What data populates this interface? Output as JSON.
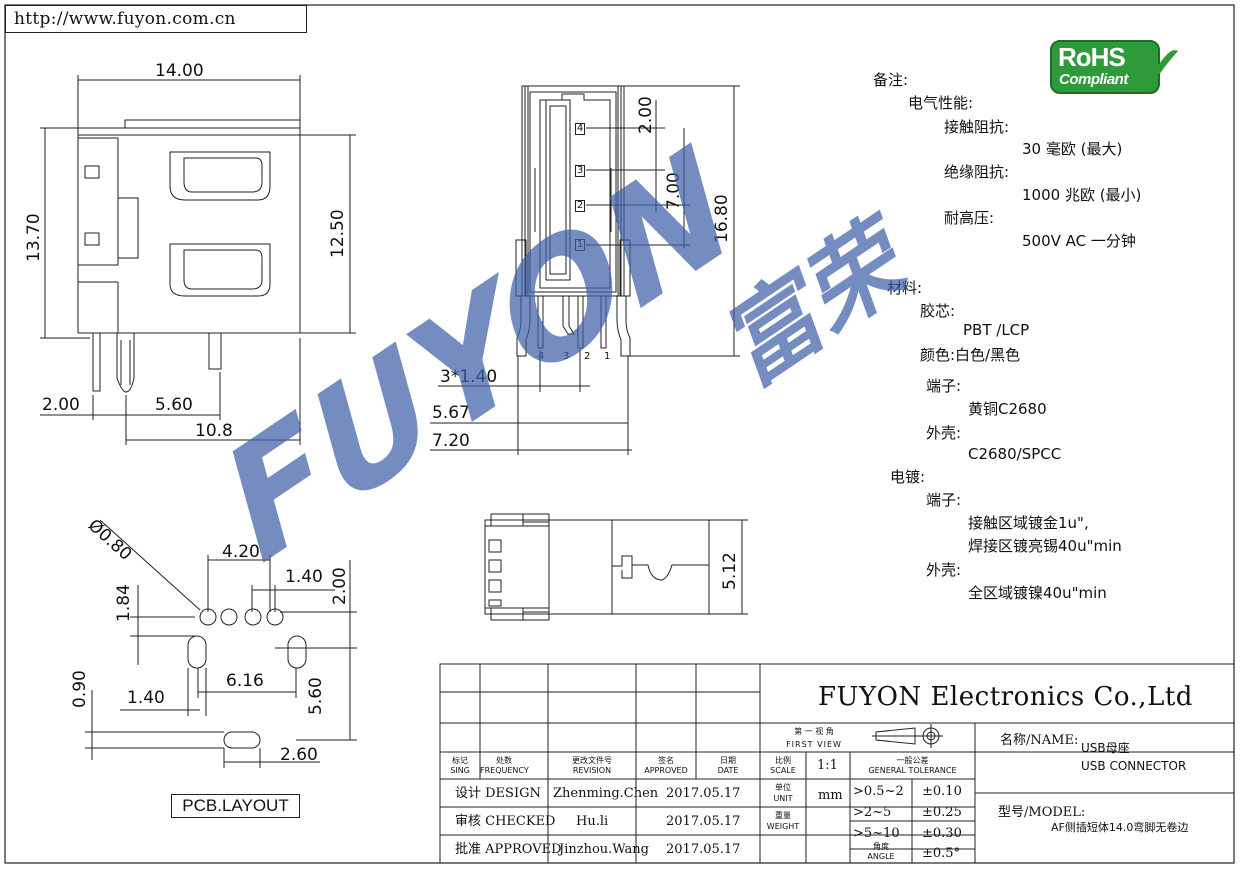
{
  "header": {
    "url": "http://www.fuyon.com.cn"
  },
  "badge": {
    "rohs_line1": "RoHS",
    "rohs_line2": "Compliant",
    "color": "#2f9a3a"
  },
  "watermark": {
    "text_latin": "FUYON",
    "text_cn": "富荣",
    "color": "#4060a8"
  },
  "side_view": {
    "dims": {
      "width_top": "14.00",
      "height_outer": "13.70",
      "height_inner": "12.50",
      "left_offset": "2.00",
      "pin_pitch": "5.60",
      "depth": "10.8"
    }
  },
  "front_view": {
    "dims": {
      "pitch_top": "2.00",
      "pitch_mid": "7.00",
      "height": "16.80",
      "pin_spacing": "3*1.40",
      "width_inner": "5.67",
      "width_outer": "7.20"
    },
    "pin_numbers": [
      "4",
      "3",
      "2",
      "1"
    ],
    "pin_boxes": [
      "4",
      "3",
      "2",
      "1"
    ]
  },
  "bottom_view": {
    "dims": {
      "thickness": "5.12"
    }
  },
  "pcb_layout": {
    "label": "PCB.LAYOUT",
    "dims": {
      "hole_diameter": "Ø0.80",
      "span": "4.20",
      "pitch": "1.40",
      "pin_to_edge": "2.00",
      "offset_v": "1.84",
      "slot_spacing": "6.16",
      "slot_height": "0.90",
      "slot_offset": "1.40",
      "row_distance": "5.60",
      "slot_width": "2.60"
    }
  },
  "notes": {
    "heading": "备注:",
    "electrical": "电气性能:",
    "contact_resistance": "接触阻抗:",
    "contact_resistance_val": "30 毫欧 (最大)",
    "insulation_resistance": "绝缘阻抗:",
    "insulation_resistance_val": "1000 兆欧 (最小)",
    "withstand_voltage": "耐高压:",
    "withstand_voltage_val": "500V AC 一分钟",
    "material": "材料:",
    "housing": "胶芯:",
    "housing_val": "PBT /LCP",
    "color_line": "颜色:白色/黑色",
    "terminal": "端子:",
    "terminal_val": "黄铜C2680",
    "shell": "外壳:",
    "shell_val": "C2680/SPCC",
    "plating": "电镀:",
    "plating_terminal": "端子:",
    "plating_terminal_val1": "接触区域镀金1u\",",
    "plating_terminal_val2": "焊接区镀亮锡40u\"min",
    "plating_shell": "外壳:",
    "plating_shell_val": "全区域镀镍40u\"min"
  },
  "title_block": {
    "company": "FUYON Electronics Co.,Ltd",
    "first_view_cn": "第 一 视 角",
    "first_view_en": "FIRST VIEW",
    "col_mark_cn": "标记",
    "col_mark_en": "SING",
    "col_freq_cn": "处数",
    "col_freq_en": "FREQUENCY",
    "col_rev_cn": "更改文件号",
    "col_rev_en": "REVISION",
    "col_appr_cn": "签名",
    "col_appr_en": "APPROVED",
    "col_date_cn": "日期",
    "col_date_en": "DATE",
    "scale_cn": "比例",
    "scale_en": "SCALE",
    "scale_val": "1:1",
    "tol_cn": "一般公差",
    "tol_en": "GENERAL TOLERANCE",
    "unit_cn": "单位",
    "unit_en": "UNIT",
    "unit_val": "mm",
    "weight_cn": "重量",
    "weight_en": "WEIGHT",
    "angle_cn": "角度",
    "angle_en": "ANGLE",
    "tolerances": [
      {
        "range": ">0.5~2",
        "value": "±0.10"
      },
      {
        "range": ">2~5",
        "value": "±0.25"
      },
      {
        "range": ">5~10",
        "value": "±0.30"
      }
    ],
    "angle_tol": "±0.5°",
    "design_label": "设计 DESIGN",
    "design_name": "Zhenming.Chen",
    "design_date": "2017.05.17",
    "checked_label": "审核 CHECKED",
    "checked_name": "Hu.li",
    "checked_date": "2017.05.17",
    "approved_label": "批准 APPROVED",
    "approved_name": "Jinzhou.Wang",
    "approved_date": "2017.05.17",
    "name_label": "名称/NAME:",
    "name_cn": "USB母座",
    "name_en": "USB CONNECTOR",
    "model_label": "型号/MODEL:",
    "model_val": "AF侧插短体14.0弯脚无卷边"
  }
}
